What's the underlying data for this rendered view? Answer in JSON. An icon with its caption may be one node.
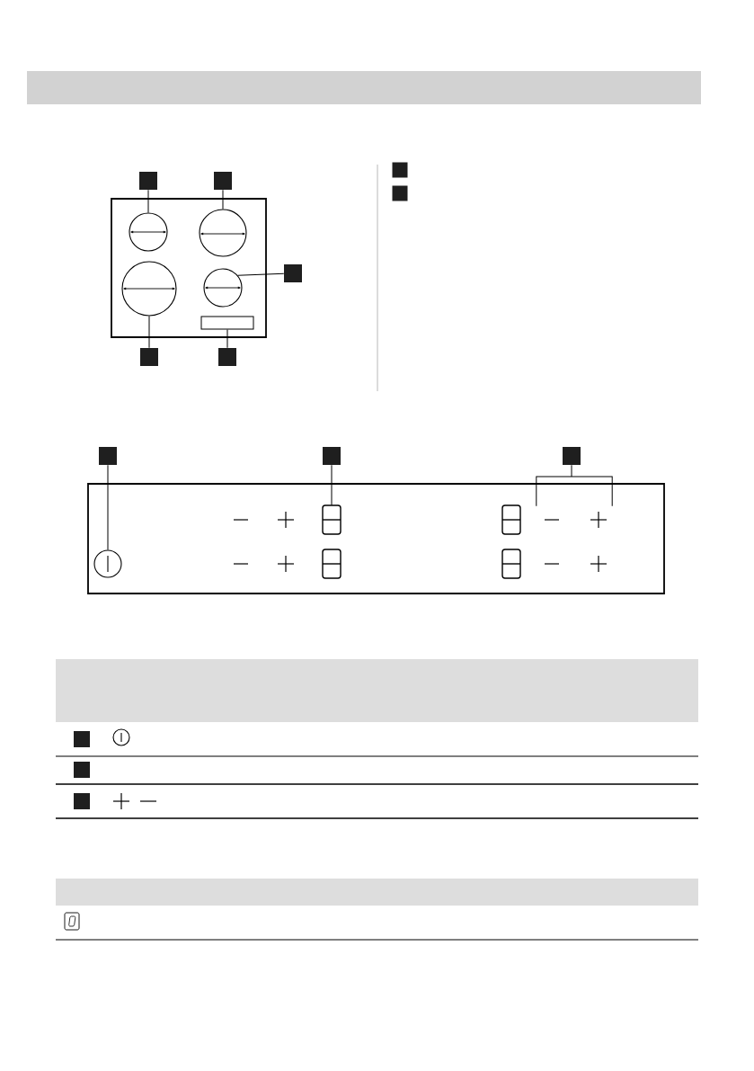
{
  "diagram": {
    "nodes": [
      {
        "text": [],
        "shape": "box"
      },
      {
        "text": [],
        "shape": "circle",
        "in": 0
      },
      {
        "text": [],
        "shape": "circle",
        "in": 0
      },
      {
        "text": [],
        "shape": "circle",
        "in": 0
      },
      {
        "text": [],
        "shape": "circle",
        "in": 0
      },
      {
        "text": [],
        "shape": "box",
        "in": 0
      },
      {
        "text": [],
        "shape": "square"
      },
      {
        "text": [],
        "shape": "square"
      },
      {
        "text": [],
        "shape": "square"
      },
      {
        "text": [],
        "shape": "square"
      },
      {
        "text": [],
        "shape": "square"
      },
      {
        "text": [],
        "shape": "square"
      },
      {
        "text": [],
        "shape": "square"
      },
      {
        "text": [],
        "shape": "box"
      },
      {
        "text": [],
        "shape": "square"
      },
      {
        "text": [],
        "shape": "square"
      },
      {
        "text": [],
        "shape": "square"
      },
      {
        "text": [],
        "shape": "circle",
        "in": 13
      },
      {
        "text": [],
        "shape": "display",
        "in": 13
      },
      {
        "text": [],
        "shape": "square"
      },
      {
        "text": [],
        "shape": "square"
      },
      {
        "text": [],
        "shape": "square"
      },
      {
        "text": [],
        "shape": "button",
        "in": 13
      }
    ],
    "edges": [
      {
        "from": 6,
        "to": 1,
        "arrow": "none"
      },
      {
        "from": 7,
        "to": 2,
        "arrow": "none"
      },
      {
        "from": 8,
        "to": 4,
        "arrow": "none"
      },
      {
        "from": 9,
        "to": 3,
        "arrow": "none"
      },
      {
        "from": 10,
        "to": 5,
        "arrow": "none"
      },
      {
        "from": 14,
        "to": 17,
        "arrow": "none"
      },
      {
        "from": 15,
        "to": 18,
        "arrow": "none"
      },
      {
        "from": 16,
        "to": 22,
        "arrow": "none"
      }
    ]
  }
}
